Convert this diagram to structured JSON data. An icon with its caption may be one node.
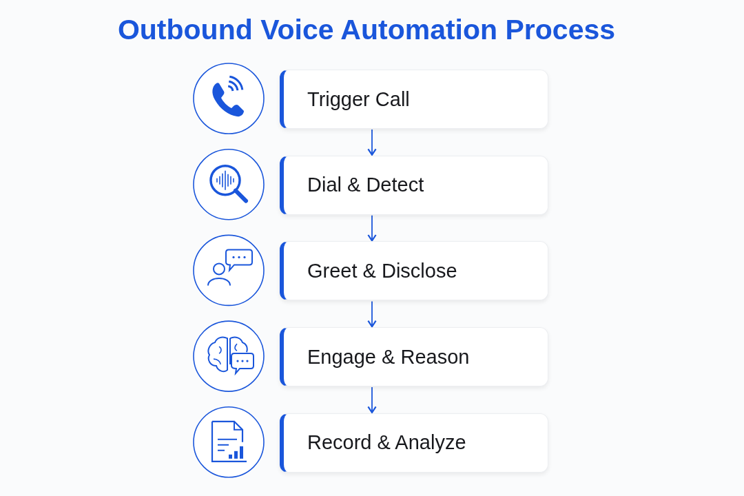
{
  "diagram": {
    "title": "Outbound Voice Automation Process",
    "nodes": [
      {
        "text": [
          "Trigger Call"
        ]
      },
      {
        "text": [
          "Dial & Detect"
        ]
      },
      {
        "text": [
          "Greet & Disclose"
        ]
      },
      {
        "text": [
          "Engage & Reason"
        ]
      },
      {
        "text": [
          "Record & Analyze"
        ]
      }
    ],
    "edges": [
      {
        "from": 0,
        "to": 1,
        "arrow": "to"
      },
      {
        "from": 1,
        "to": 2,
        "arrow": "to"
      },
      {
        "from": 2,
        "to": 3,
        "arrow": "to"
      },
      {
        "from": 3,
        "to": 4,
        "arrow": "to"
      }
    ]
  }
}
